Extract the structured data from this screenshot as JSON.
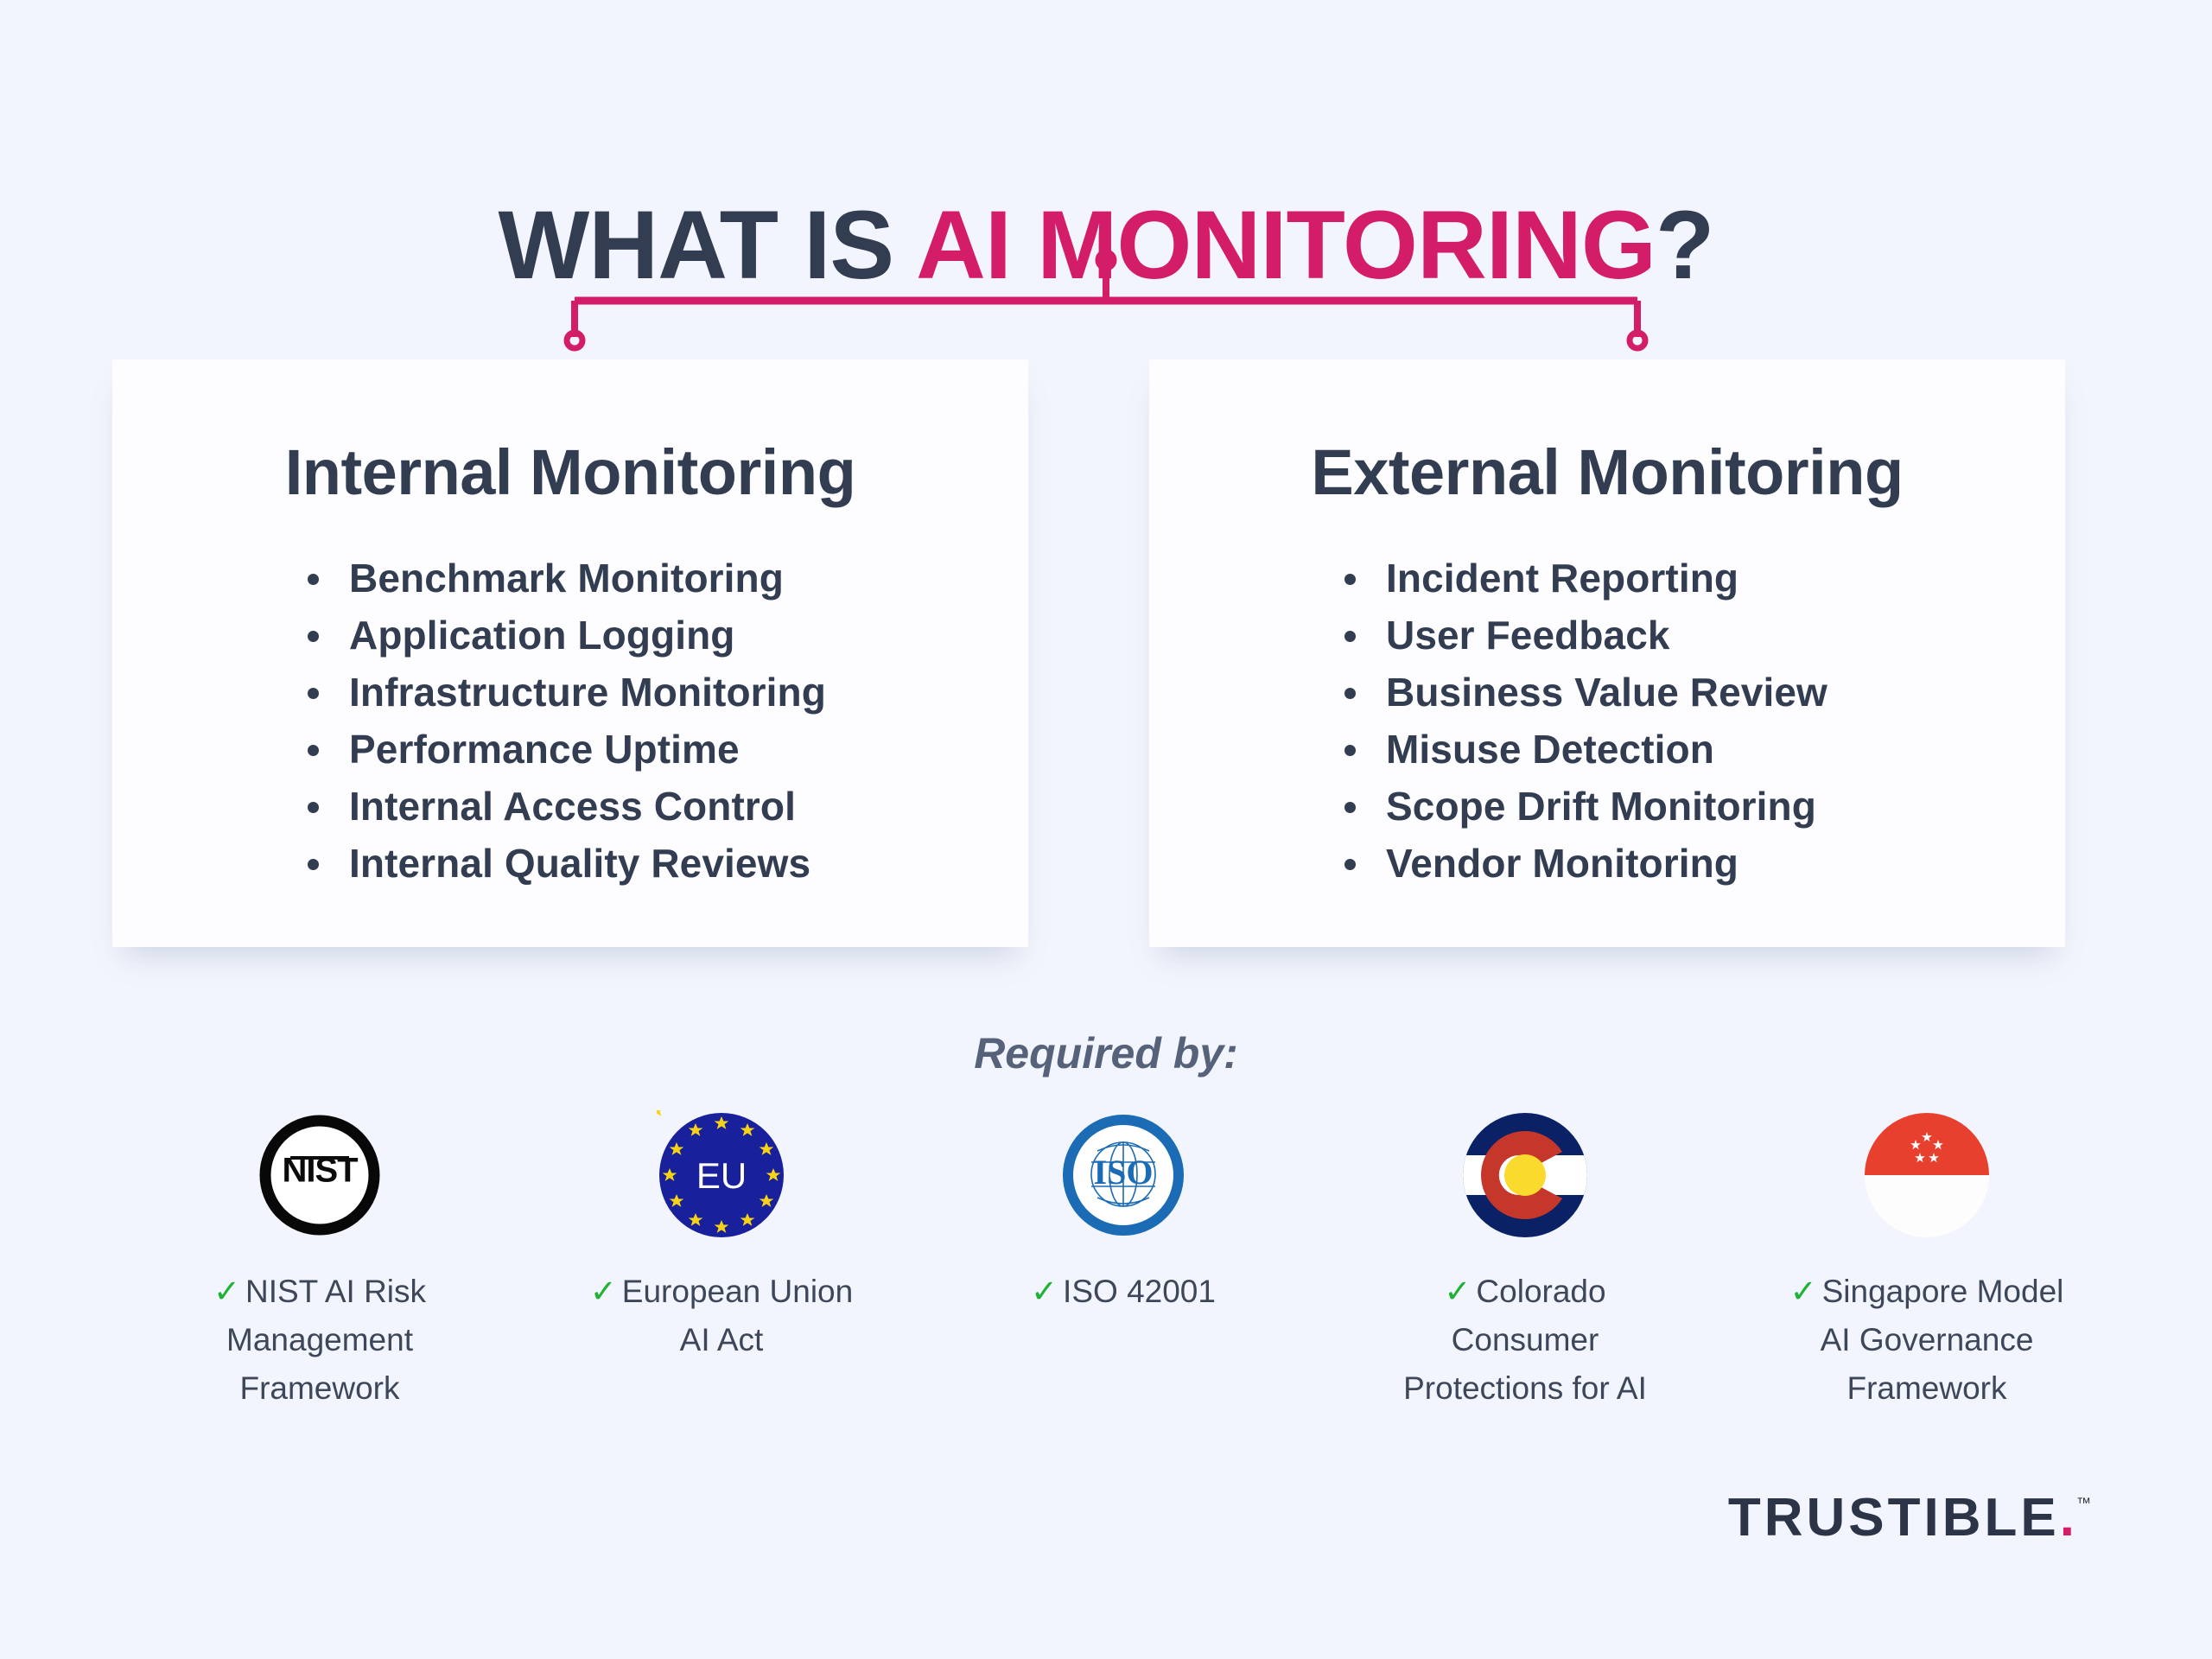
{
  "title": {
    "prefix": "WHAT IS ",
    "accent": "AI MONITORING",
    "suffix": "?"
  },
  "colors": {
    "background": "#f2f5fd",
    "card": "#fdfdff",
    "accent_pink": "#d41d69",
    "text_dark": "#333d52",
    "check_green": "#1fb235"
  },
  "cards": [
    {
      "heading": "Internal Monitoring",
      "items": [
        "Benchmark Monitoring",
        "Application Logging",
        "Infrastructure Monitoring",
        "Performance Uptime",
        "Internal Access Control",
        "Internal Quality Reviews"
      ]
    },
    {
      "heading": "External Monitoring",
      "items": [
        "Incident Reporting",
        "User Feedback",
        "Business Value Review",
        "Misuse Detection",
        "Scope Drift Monitoring",
        "Vendor Monitoring"
      ]
    }
  ],
  "required_by": {
    "label": "Required by:",
    "check_glyph": "✓",
    "badges": [
      {
        "logo": "nist-logo",
        "logo_text": "NIST",
        "label": "NIST AI Risk Management Framework"
      },
      {
        "logo": "european-union-flag-logo",
        "logo_text": "EU",
        "label": "European Union AI Act"
      },
      {
        "logo": "iso-logo",
        "logo_text": "ISO",
        "label": "ISO 42001"
      },
      {
        "logo": "colorado-flag-logo",
        "logo_text": "C",
        "label": "Colorado Consumer Protections for AI"
      },
      {
        "logo": "singapore-flag-logo",
        "logo_text": "",
        "label": "Singapore Model AI Governance Framework"
      }
    ]
  },
  "brand": {
    "name": "TRUSTIBLE",
    "dot": ".",
    "tm": "™"
  }
}
